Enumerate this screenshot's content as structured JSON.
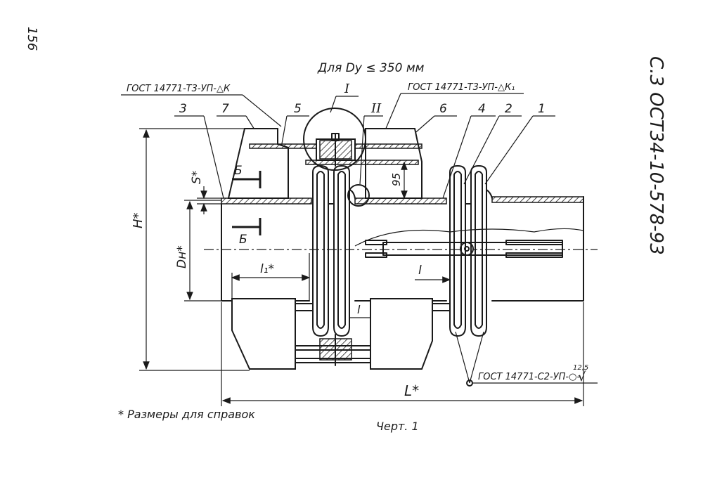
{
  "page_number": "156",
  "document_code": "С.3 ОСТ34-10-578-93",
  "title": "Для Dу ≤ 350 мм",
  "weld_label_left": "ГОСТ 14771-Т3-УП-△К",
  "weld_label_right": "ГОСТ 14771-Т3-УП-△К₁",
  "weld_label_bottom": "ГОСТ 14771-С2-УП-○-",
  "roughness_value": "12,5",
  "roughness_symbol": "√",
  "view_marks": {
    "view_1": "I",
    "view_2": "II"
  },
  "section_marks": {
    "top": "Б",
    "bottom": "Б"
  },
  "part_numbers": [
    "3",
    "7",
    "5",
    "6",
    "4",
    "2",
    "1"
  ],
  "dimensions": {
    "height": "H*",
    "diameter": "Dн*",
    "thickness": "S*",
    "gap": "95",
    "length_small": "l",
    "length_small_2": "l",
    "length_l1": "l₁*",
    "length_total": "L*"
  },
  "footnote": "* Размеры для справок",
  "caption": "Черт. 1"
}
